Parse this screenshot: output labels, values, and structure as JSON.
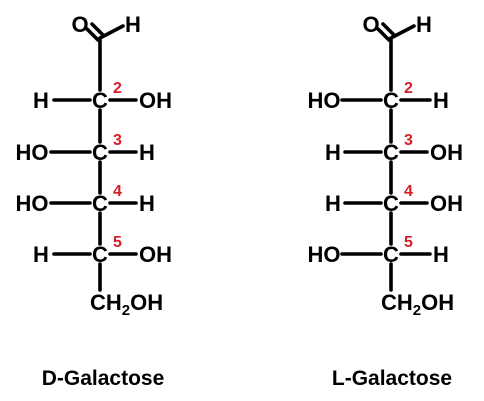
{
  "colors": {
    "ink": "#000000",
    "carbon_number": "#d71e28",
    "background": "#ffffff"
  },
  "molecules": [
    {
      "name": "D-Galactose",
      "aldehyde": {
        "oxygen": "O",
        "hydrogen": "H"
      },
      "rows": [
        {
          "number": "2",
          "left": "H",
          "carbon": "C",
          "right": "OH"
        },
        {
          "number": "3",
          "left": "HO",
          "carbon": "C",
          "right": "H"
        },
        {
          "number": "4",
          "left": "HO",
          "carbon": "C",
          "right": "H"
        },
        {
          "number": "5",
          "left": "H",
          "carbon": "C",
          "right": "OH"
        }
      ],
      "terminal": {
        "ch": "CH",
        "sub": "2",
        "oh": "OH"
      }
    },
    {
      "name": "L-Galactose",
      "aldehyde": {
        "oxygen": "O",
        "hydrogen": "H"
      },
      "rows": [
        {
          "number": "2",
          "left": "HO",
          "carbon": "C",
          "right": "H"
        },
        {
          "number": "3",
          "left": "H",
          "carbon": "C",
          "right": "OH"
        },
        {
          "number": "4",
          "left": "H",
          "carbon": "C",
          "right": "OH"
        },
        {
          "number": "5",
          "left": "HO",
          "carbon": "C",
          "right": "H"
        }
      ],
      "terminal": {
        "ch": "CH",
        "sub": "2",
        "oh": "OH"
      }
    }
  ]
}
